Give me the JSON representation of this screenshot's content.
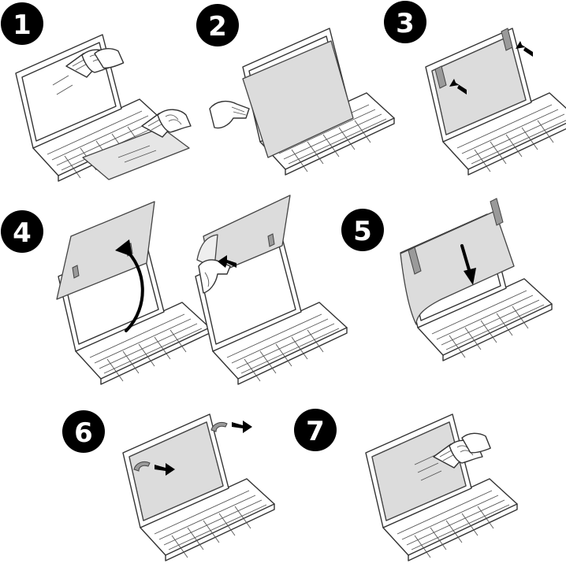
{
  "colors": {
    "badge_fill": "#000000",
    "badge_text": "#ffffff",
    "line": "#333333",
    "film": "#dcdcdc",
    "tab": "#9a9a9a",
    "background": "#ffffff"
  },
  "steps": [
    {
      "number": "1",
      "icons": [
        "laptop-icon",
        "hand-icon",
        "cloth-icon",
        "film-sheet-icon"
      ]
    },
    {
      "number": "2",
      "icons": [
        "laptop-icon",
        "hand-icon",
        "film-sheet-icon"
      ]
    },
    {
      "number": "3",
      "icons": [
        "laptop-icon",
        "tab-icon",
        "arrow-icon"
      ]
    },
    {
      "number": "4",
      "icons": [
        "laptop-icon",
        "film-sheet-icon",
        "curved-arrow-icon",
        "hand-icon"
      ]
    },
    {
      "number": "5",
      "icons": [
        "laptop-icon",
        "film-sheet-icon",
        "arrow-down-icon"
      ]
    },
    {
      "number": "6",
      "icons": [
        "laptop-icon",
        "tab-icon",
        "arrow-icon"
      ]
    },
    {
      "number": "7",
      "icons": [
        "laptop-icon",
        "hand-icon",
        "cloth-icon"
      ]
    }
  ]
}
